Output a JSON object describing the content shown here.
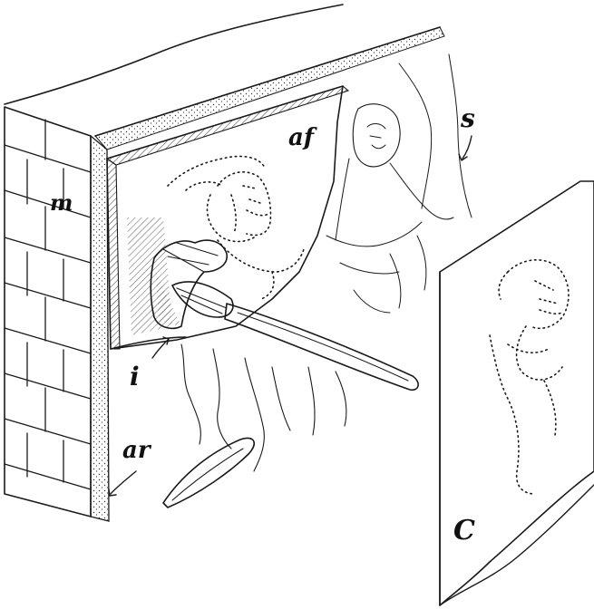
{
  "labels": {
    "m": "m",
    "af": "af",
    "s": "s",
    "i": "i",
    "ar": "ar",
    "c": "C"
  },
  "colors": {
    "ink": "#1a1a1a",
    "paper": "#ffffff"
  },
  "icons": {
    "brush": "paintbrush-icon",
    "hand": "hand-icon",
    "trowel": "trowel-icon"
  }
}
